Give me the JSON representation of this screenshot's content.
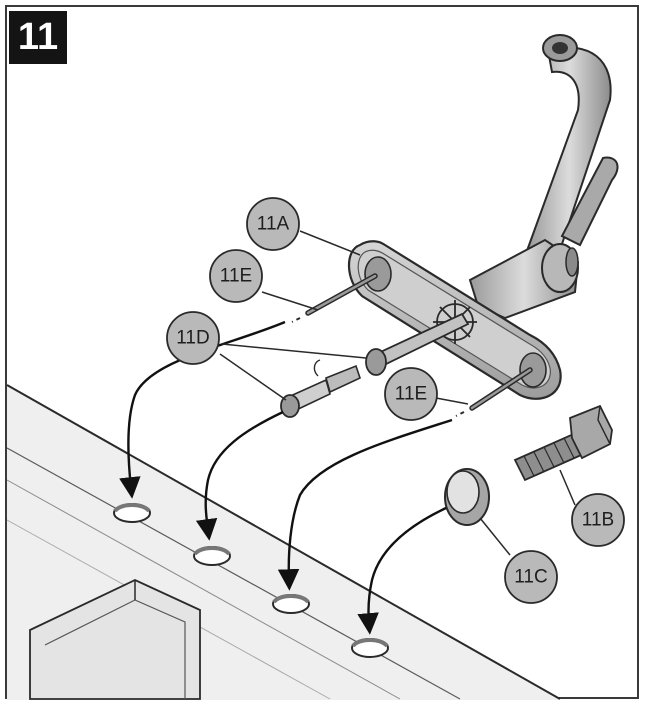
{
  "step": {
    "number": "11"
  },
  "callouts": [
    {
      "id": "11A",
      "label": "11A"
    },
    {
      "id": "11E-upper",
      "label": "11E"
    },
    {
      "id": "11D",
      "label": "11D"
    },
    {
      "id": "11E-lower",
      "label": "11E"
    },
    {
      "id": "11B",
      "label": "11B"
    },
    {
      "id": "11C",
      "label": "11C"
    }
  ],
  "colors": {
    "callout_fill": "#b9b9b9",
    "part_fill": "#c9c9c9",
    "part_dark": "#8a8a8a",
    "outline": "#2a2a2a",
    "sink_fill": "#eeeeee"
  }
}
